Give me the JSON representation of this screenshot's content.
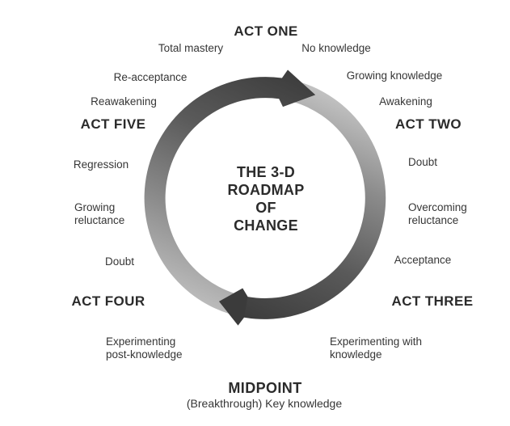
{
  "colors": {
    "background": "#ffffff",
    "label_text": "#363636",
    "heading_text": "#2b2b2b",
    "arrow_dark": "#3b3b3b",
    "arrow_dim": "#5a5a5a",
    "arrow_mid": "#8c8c8c",
    "arrow_light_left": "#c2c2c2",
    "arrow_light_right": "#c9c9c9"
  },
  "center": {
    "text": "THE 3-D ROADMAP OF CHANGE",
    "lines": [
      "THE 3-D",
      "ROADMAP",
      "OF",
      "CHANGE"
    ]
  },
  "acts": {
    "one": "ACT ONE",
    "two": "ACT TWO",
    "three": "ACT THREE",
    "four": "ACT FOUR",
    "five": "ACT FIVE"
  },
  "midpoint": {
    "label": "MIDPOINT",
    "sub": "(Breakthrough) Key knowledge"
  },
  "stages": {
    "total_mastery": "Total mastery",
    "no_knowledge": "No knowledge",
    "growing_knowledge": "Growing knowledge",
    "awakening": "Awakening",
    "doubt_act_two": "Doubt",
    "overcoming_reluctance": {
      "text": "Overcoming reluctance",
      "lines": [
        "Overcoming",
        "reluctance"
      ]
    },
    "acceptance": "Acceptance",
    "experimenting_with_knowledge": {
      "text": "Experimenting with knowledge",
      "lines": [
        "Experimenting with",
        "knowledge"
      ]
    },
    "experimenting_post_knowledge": {
      "text": "Experimenting post-knowledge",
      "lines": [
        "Experimenting",
        "post-knowledge"
      ]
    },
    "doubt_act_four": "Doubt",
    "growing_reluctance": {
      "text": "Growing reluctance",
      "lines": [
        "Growing",
        "reluctance"
      ]
    },
    "regression": "Regression",
    "reawakening": "Reawakening",
    "re_acceptance": "Re-acceptance"
  }
}
